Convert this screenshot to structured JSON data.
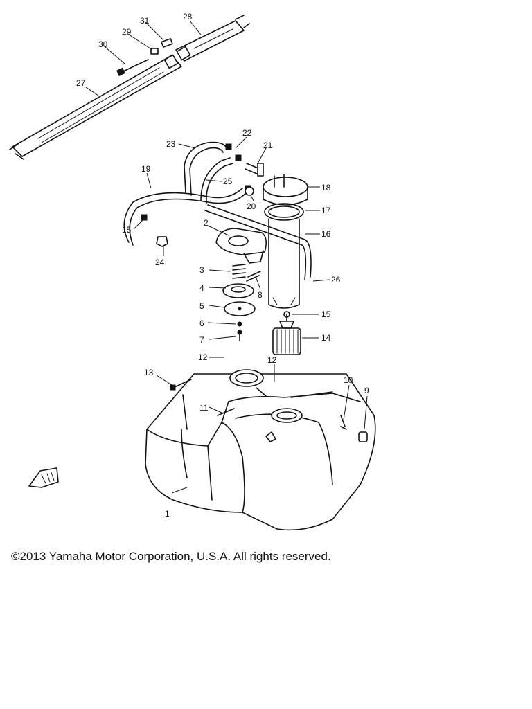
{
  "callouts": {
    "p1": "1",
    "p2": "2",
    "p3": "3",
    "p4": "4",
    "p5": "5",
    "p6": "6",
    "p7": "7",
    "p8": "8",
    "p9": "9",
    "p10": "10",
    "p11": "11",
    "p12a": "12",
    "p12b": "12",
    "p13": "13",
    "p14": "14",
    "p15a": "15",
    "p15b": "15",
    "p16": "16",
    "p17": "17",
    "p18": "18",
    "p19": "19",
    "p20": "20",
    "p21": "21",
    "p22": "22",
    "p23": "23",
    "p25": "25",
    "p24": "24",
    "p26": "26",
    "p27": "27",
    "p28": "28",
    "p29": "29",
    "p30": "30",
    "p31": "31"
  },
  "direction_marker": "FWD",
  "copyright": "©2013 Yamaha Motor Corporation, U.S.A. All rights reserved."
}
